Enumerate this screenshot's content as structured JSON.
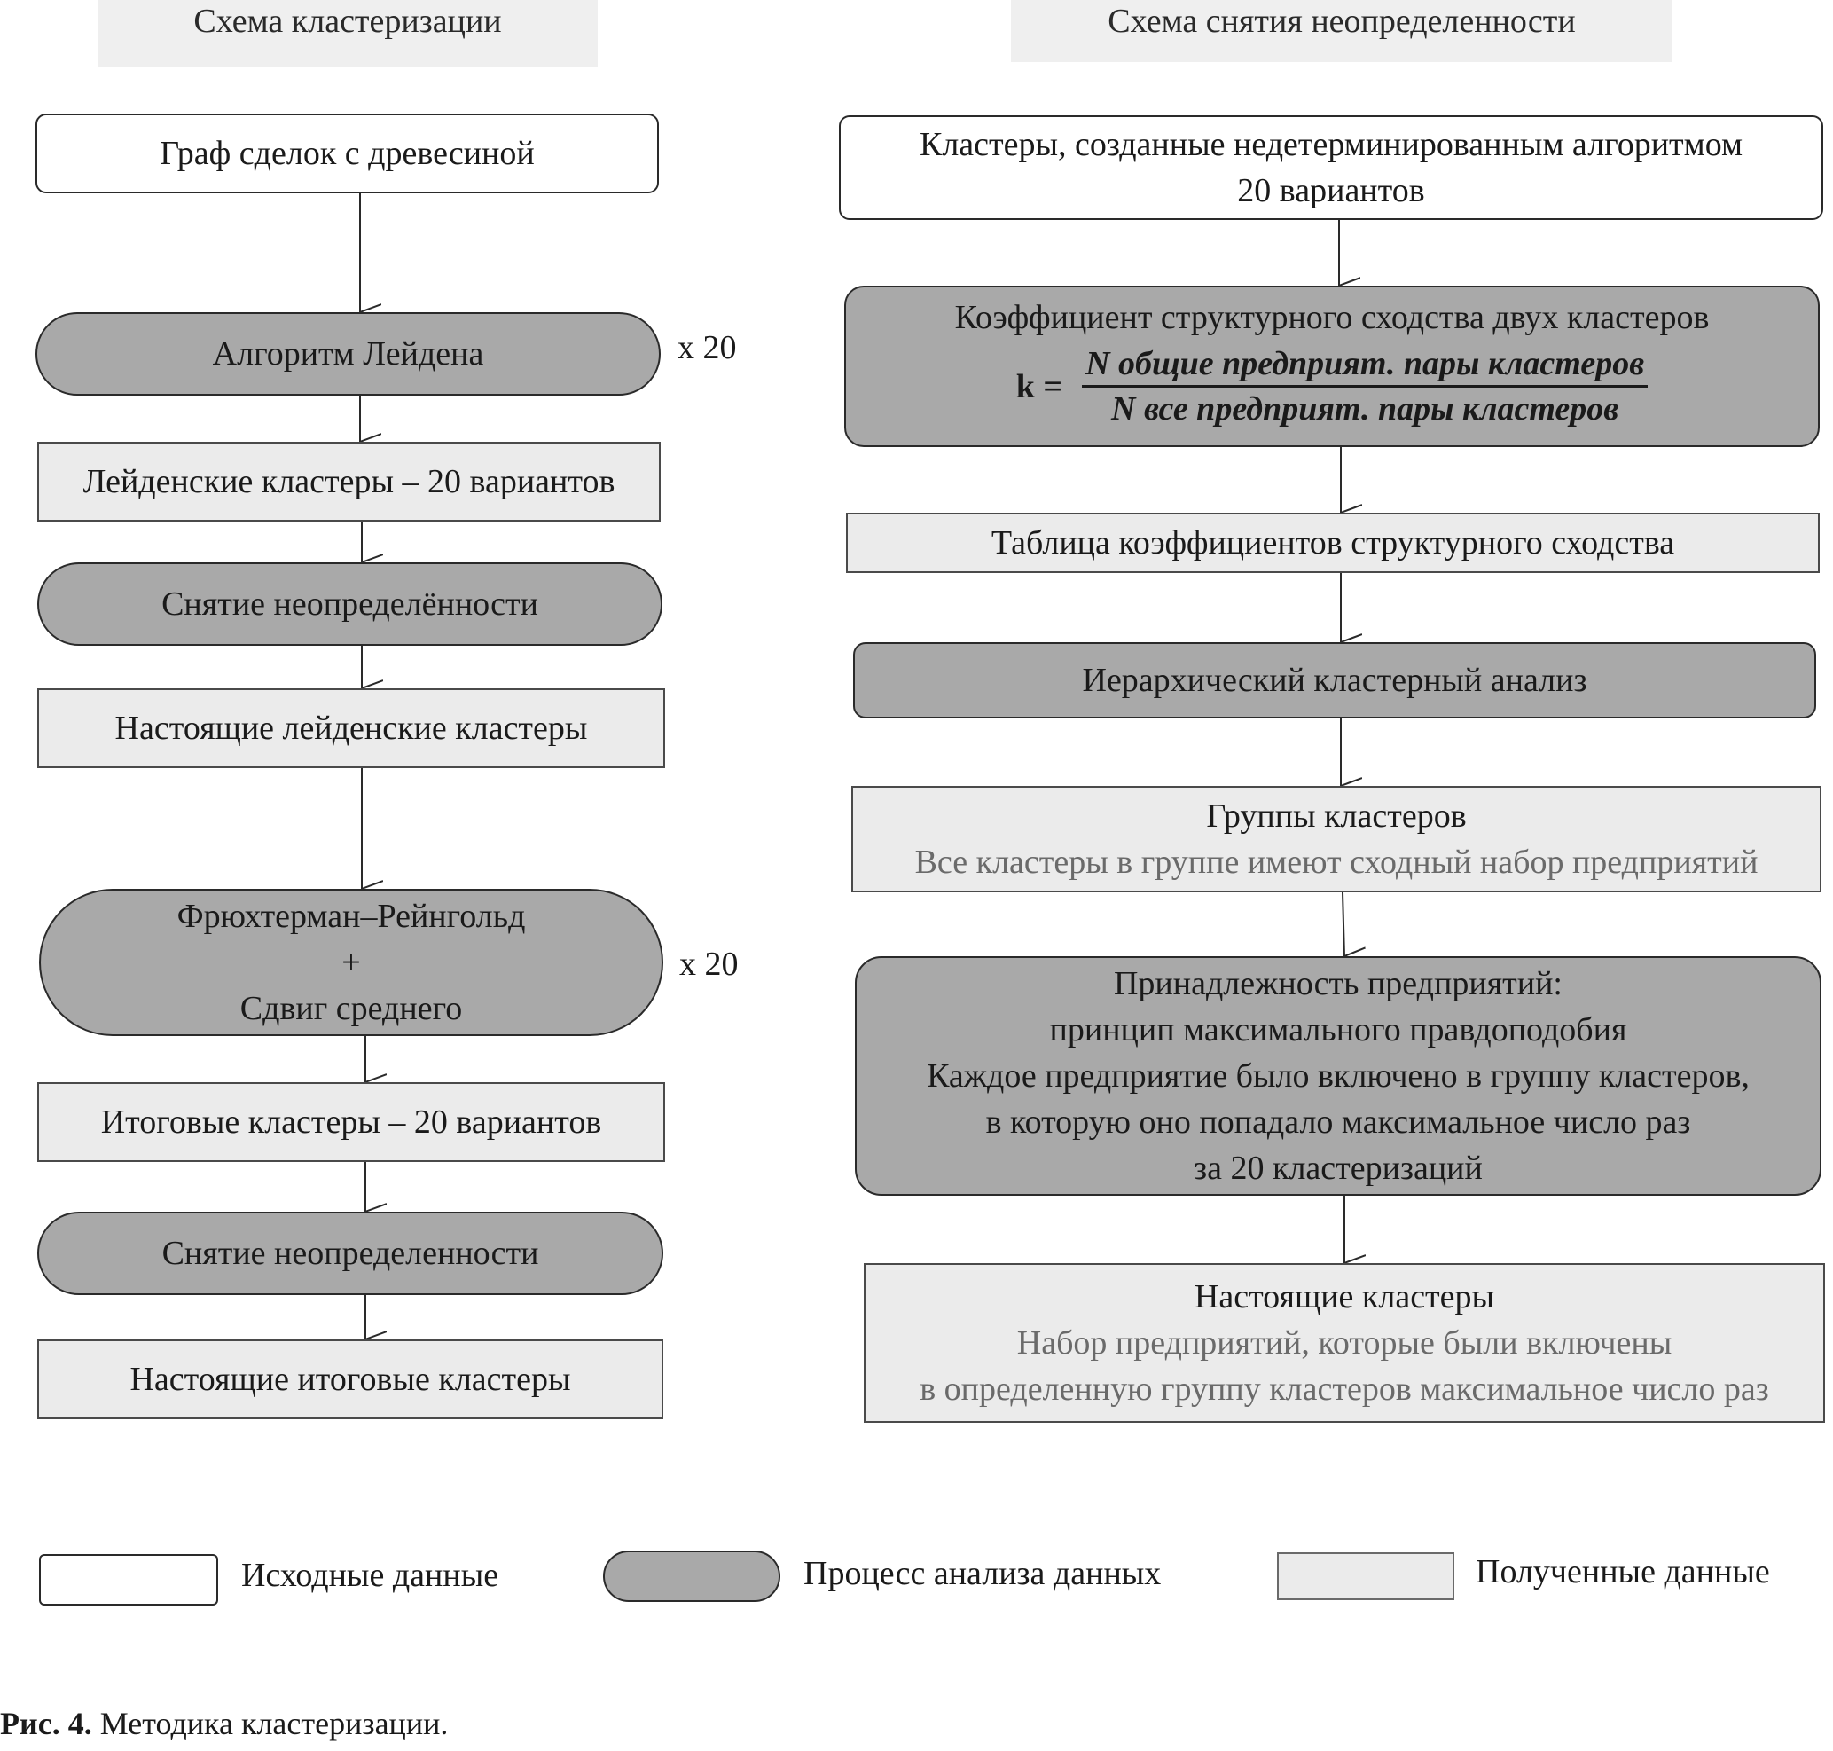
{
  "headers": {
    "left": "Схема кластеризации",
    "right": "Схема снятия неопределенности"
  },
  "left_flow": {
    "graph": "Граф сделок с древесиной",
    "leiden_algo": "Алгоритм Лейдена",
    "leiden_multiplier": "х 20",
    "leiden_clusters": "Лейденские кластеры – 20 вариантов",
    "disambig_1": "Снятие неопределённости",
    "true_leiden": "Настоящие лейденские кластеры",
    "fr_line1": "Фрюхтерман–Рейнгольд",
    "fr_plus": "+",
    "fr_line3": "Сдвиг среднего",
    "fr_multiplier": "х 20",
    "final_clusters": "Итоговые кластеры – 20 вариантов",
    "disambig_2": "Снятие неопределенности",
    "true_final": "Настоящие итоговые кластеры"
  },
  "right_flow": {
    "nondet_line1": "Кластеры, созданные недетерминированным алгоритмом",
    "nondet_line2": "20 вариантов",
    "coef_title": "Коэффициент структурного сходства двух кластеров",
    "coef_k": "k =",
    "coef_numerator": "N общие предприят. пары кластеров",
    "coef_denominator": "N все предприят. пары кластеров",
    "coef_table": "Таблица коэффициентов структурного сходства",
    "hier_analysis": "Иерархический кластерный анализ",
    "groups_title": "Группы кластеров",
    "groups_sub": "Все кластеры в группе имеют сходный набор предприятий",
    "member_line1": "Принадлежность предприятий:",
    "member_line2": "принцип максимального правдоподобия",
    "member_line3": "Каждое предприятие было включено в группу кластеров,",
    "member_line4": "в которую оно попадало максимальное число раз",
    "member_line5": "за 20 кластеризаций",
    "true_title": "Настоящие кластеры",
    "true_sub1": "Набор предприятий, которые были включены",
    "true_sub2": "в определенную группу кластеров максимальное число раз"
  },
  "legend": {
    "source": "Исходные данные",
    "process": "Процесс анализа данных",
    "result": "Полученные данные"
  },
  "caption": {
    "label": "Рис. 4.",
    "text": " Методика кластеризации."
  },
  "colors": {
    "process_fill": "#a9a9a9",
    "result_fill": "#ebebeb",
    "source_fill": "#ffffff",
    "header_fill": "#efefef"
  }
}
